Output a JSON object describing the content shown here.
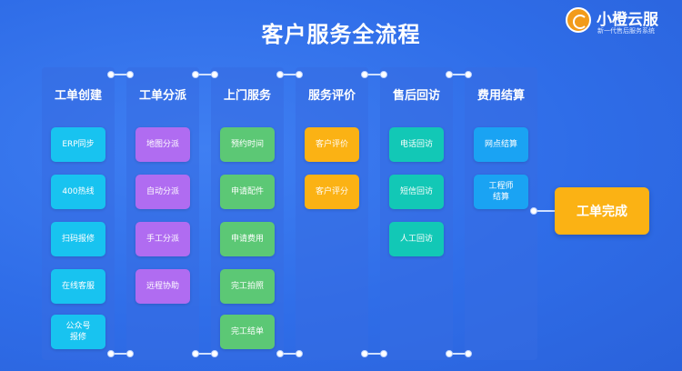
{
  "header": {
    "title": "客户服务全流程"
  },
  "logo": {
    "name": "小橙云服",
    "tagline": "新一代售后服务系统"
  },
  "colors": {
    "cyan": "#18c3f0",
    "purple": "#b06cf1",
    "green": "#5cc875",
    "orange": "#fbb214",
    "teal": "#12c8b6",
    "blue": "#1aa3f3"
  },
  "columns": [
    {
      "title": "工单创建",
      "color": "cyan",
      "items": [
        "ERP同步",
        "400热线",
        "扫码报修",
        "在线客服",
        "公众号\n报修"
      ]
    },
    {
      "title": "工单分派",
      "color": "purple",
      "items": [
        "地图分派",
        "自动分派",
        "手工分派",
        "远程协助"
      ]
    },
    {
      "title": "上门服务",
      "color": "green",
      "items": [
        "预约时间",
        "申请配件",
        "申请费用",
        "完工拍照",
        "完工结单"
      ]
    },
    {
      "title": "服务评价",
      "color": "orange",
      "items": [
        "客户评价",
        "客户评分"
      ]
    },
    {
      "title": "售后回访",
      "color": "teal",
      "items": [
        "电话回访",
        "短信回访",
        "人工回访"
      ]
    },
    {
      "title": "费用结算",
      "color": "blue",
      "items": [
        "网点结算",
        "工程师\n结算"
      ]
    }
  ],
  "final_step": {
    "label": "工单完成"
  }
}
